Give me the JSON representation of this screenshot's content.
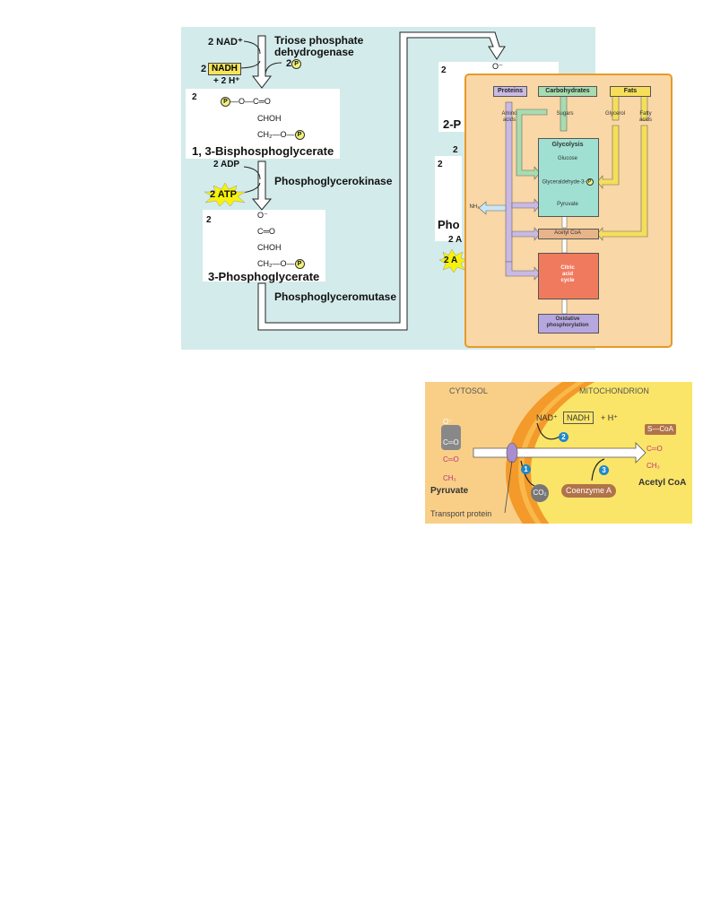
{
  "glycolysis": {
    "nad_top": "2 NAD⁺",
    "enzyme1_line1": "Triose phosphate",
    "enzyme1_line2": "dehydrogenase",
    "pi_label": "2",
    "nadh_coef": "2",
    "nadh_label": "NADH",
    "h_label": "+ 2 H⁺",
    "bpg_coef": "2",
    "bpg_line1": "—O—C═O",
    "bpg_line2": "CHOH",
    "bpg_line3": "CH₂—O—",
    "bpg_name": "1, 3-Bisphosphoglycerate",
    "adp_label": "2 ADP",
    "atp_label": "2 ATP",
    "enzyme2": "Phosphoglycerokinase",
    "pg_coef": "2",
    "pg_line0": "O⁻",
    "pg_line1": "C═O",
    "pg_line2": "CHOH",
    "pg_line3": "CH₂—O—",
    "pg_name": "3-Phosphoglycerate",
    "enzyme3": "Phosphoglyceromutase",
    "right_coef_a": "2",
    "right_o": "O⁻",
    "right_name_a": "2-P",
    "right_coef_b": "2",
    "right_coef_c": "2",
    "right_name_b": "Pho",
    "right_coef_d": "2 A",
    "right_atp": "2 A",
    "phospho_symbol": "P"
  },
  "overview": {
    "proteins": "Proteins",
    "carbohydrates": "Carbohydrates",
    "fats": "Fats",
    "amino_acids_1": "Amino",
    "amino_acids_2": "acids",
    "sugars": "Sugars",
    "glycerol": "Glycerol",
    "fatty_acids_1": "Fatty",
    "fatty_acids_2": "acids",
    "glycolysis": "Glycolysis",
    "glucose": "Glucose",
    "g3p": "Glyceraldehyde-3-",
    "pyruvate": "Pyruvate",
    "nh3": "NH₃",
    "acetyl_coa": "Acetyl CoA",
    "citric_1": "Citric",
    "citric_2": "acid",
    "citric_3": "cycle",
    "oxphos_1": "Oxidative",
    "oxphos_2": "phosphorylation",
    "colors": {
      "proteins": "#c9b9e3",
      "carbs": "#a8dcb0",
      "fats": "#f6de5a",
      "glycolysis": "#9fe0d2",
      "citric": "#f07a5e",
      "acetyl": "#e8b48a"
    }
  },
  "mitochondrion": {
    "cytosol": "CYTOSOL",
    "mito": "MITOCHONDRION",
    "nad": "NAD⁺",
    "nadh": "NADH",
    "h": "+ H⁺",
    "step1": "1",
    "step2": "2",
    "step3": "3",
    "co2": "CO₂",
    "coenzyme_a": "Coenzyme A",
    "pyr_o": "O⁻",
    "pyr_c1": "C═O",
    "pyr_c2": "C═O",
    "pyr_ch3": "CH₃",
    "pyruvate": "Pyruvate",
    "transport": "Transport protein",
    "scoa": "S—CoA",
    "ac_c": "C═O",
    "ac_ch3": "CH₃",
    "acetyl_coa": "Acetyl CoA"
  }
}
